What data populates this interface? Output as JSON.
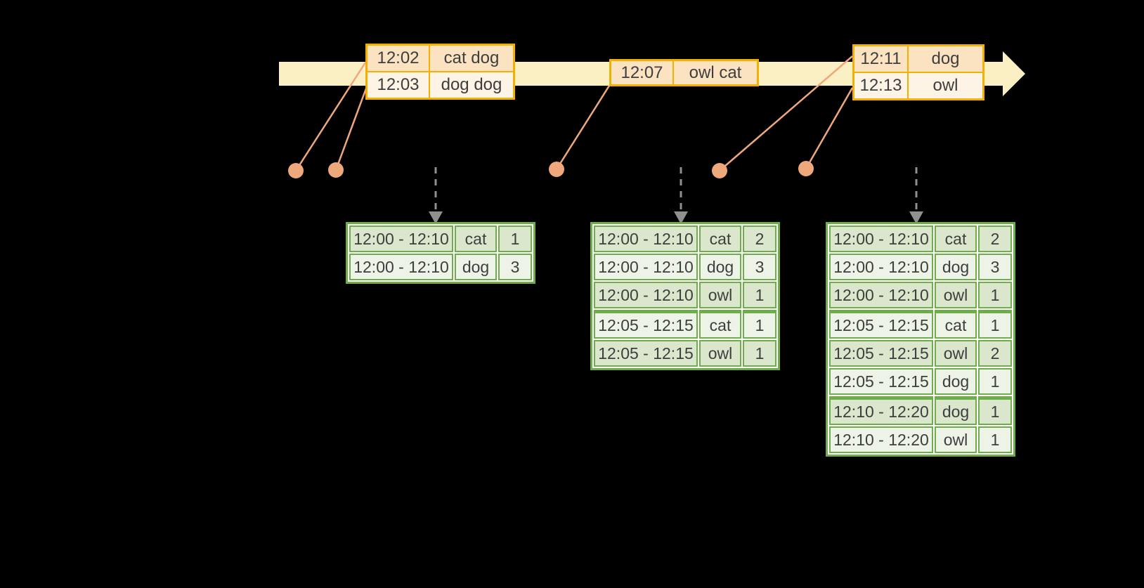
{
  "diagram": {
    "description": "streaming windowed word-count diagram",
    "input_tables": [
      {
        "rows": [
          {
            "time": "12:02",
            "words": "cat dog"
          },
          {
            "time": "12:03",
            "words": "dog dog"
          }
        ]
      },
      {
        "rows": [
          {
            "time": "12:07",
            "words": "owl cat"
          }
        ]
      },
      {
        "rows": [
          {
            "time": "12:11",
            "words": "dog"
          },
          {
            "time": "12:13",
            "words": "owl"
          }
        ]
      }
    ],
    "result_tables": [
      {
        "rows": [
          {
            "window": "12:00 - 12:10",
            "word": "cat",
            "count": "1"
          },
          {
            "window": "12:00 - 12:10",
            "word": "dog",
            "count": "3"
          }
        ]
      },
      {
        "rows": [
          {
            "window": "12:00 - 12:10",
            "word": "cat",
            "count": "2"
          },
          {
            "window": "12:00 - 12:10",
            "word": "dog",
            "count": "3"
          },
          {
            "window": "12:00 - 12:10",
            "word": "owl",
            "count": "1"
          },
          {
            "window": "12:05 - 12:15",
            "word": "cat",
            "count": "1"
          },
          {
            "window": "12:05 - 12:15",
            "word": "owl",
            "count": "1"
          }
        ]
      },
      {
        "rows": [
          {
            "window": "12:00 - 12:10",
            "word": "cat",
            "count": "2"
          },
          {
            "window": "12:00 - 12:10",
            "word": "dog",
            "count": "3"
          },
          {
            "window": "12:00 - 12:10",
            "word": "owl",
            "count": "1"
          },
          {
            "window": "12:05 - 12:15",
            "word": "cat",
            "count": "1"
          },
          {
            "window": "12:05 - 12:15",
            "word": "owl",
            "count": "2"
          },
          {
            "window": "12:05 - 12:15",
            "word": "dog",
            "count": "1"
          },
          {
            "window": "12:10 - 12:20",
            "word": "dog",
            "count": "1"
          },
          {
            "window": "12:10 - 12:20",
            "word": "owl",
            "count": "1"
          }
        ]
      }
    ],
    "colors": {
      "background": "#000000",
      "timeline_band": "#fbf0c4",
      "orange_border": "#f3b000",
      "orange_cell_dark": "#fbe3c1",
      "orange_cell_light": "#fdf4e5",
      "salmon": "#efa77c",
      "gray_arrow": "#909090",
      "green_border": "#6fad4a",
      "green_cell_dark": "#dbe7cd",
      "green_cell_light": "#eef3e8",
      "text": "#3e3e3e"
    }
  }
}
